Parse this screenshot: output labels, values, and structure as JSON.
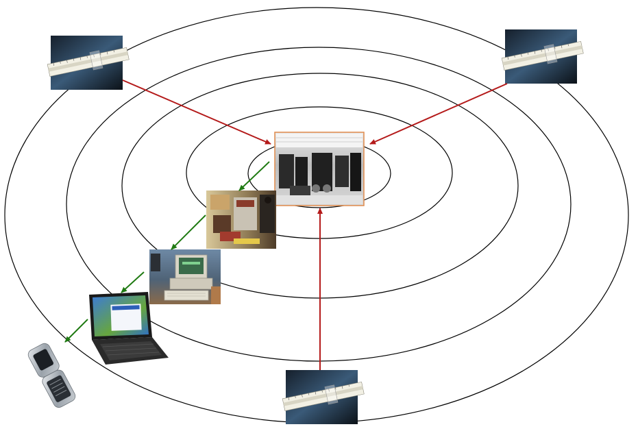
{
  "diagram": {
    "rings": [
      "ring-innermost",
      "ring-2",
      "ring-3",
      "ring-4",
      "ring-outermost"
    ],
    "colors": {
      "background": "#ffffff",
      "ring_stroke": "#000000",
      "red_arrow": "#b41a1a",
      "green_arrow": "#1f7a12",
      "mainframe_border": "#e08a4a"
    },
    "images": {
      "slide_rule_top_left": "slide-rule-photo",
      "slide_rule_top_right": "slide-rule-photo",
      "slide_rule_bottom": "slide-rule-photo",
      "mainframe": "mainframe-computer-room-photo",
      "minicomputer": "minicomputer-photo",
      "personal_computer": "personal-computer-photo",
      "laptop": "laptop-photo",
      "mobile_phone": "flip-phone-photo"
    },
    "arrows_red": [
      "top-left-to-mainframe",
      "top-right-to-mainframe",
      "bottom-to-mainframe"
    ],
    "arrows_green": [
      "mainframe-to-minicomputer",
      "minicomputer-to-pc",
      "pc-to-laptop",
      "laptop-to-phone"
    ]
  }
}
